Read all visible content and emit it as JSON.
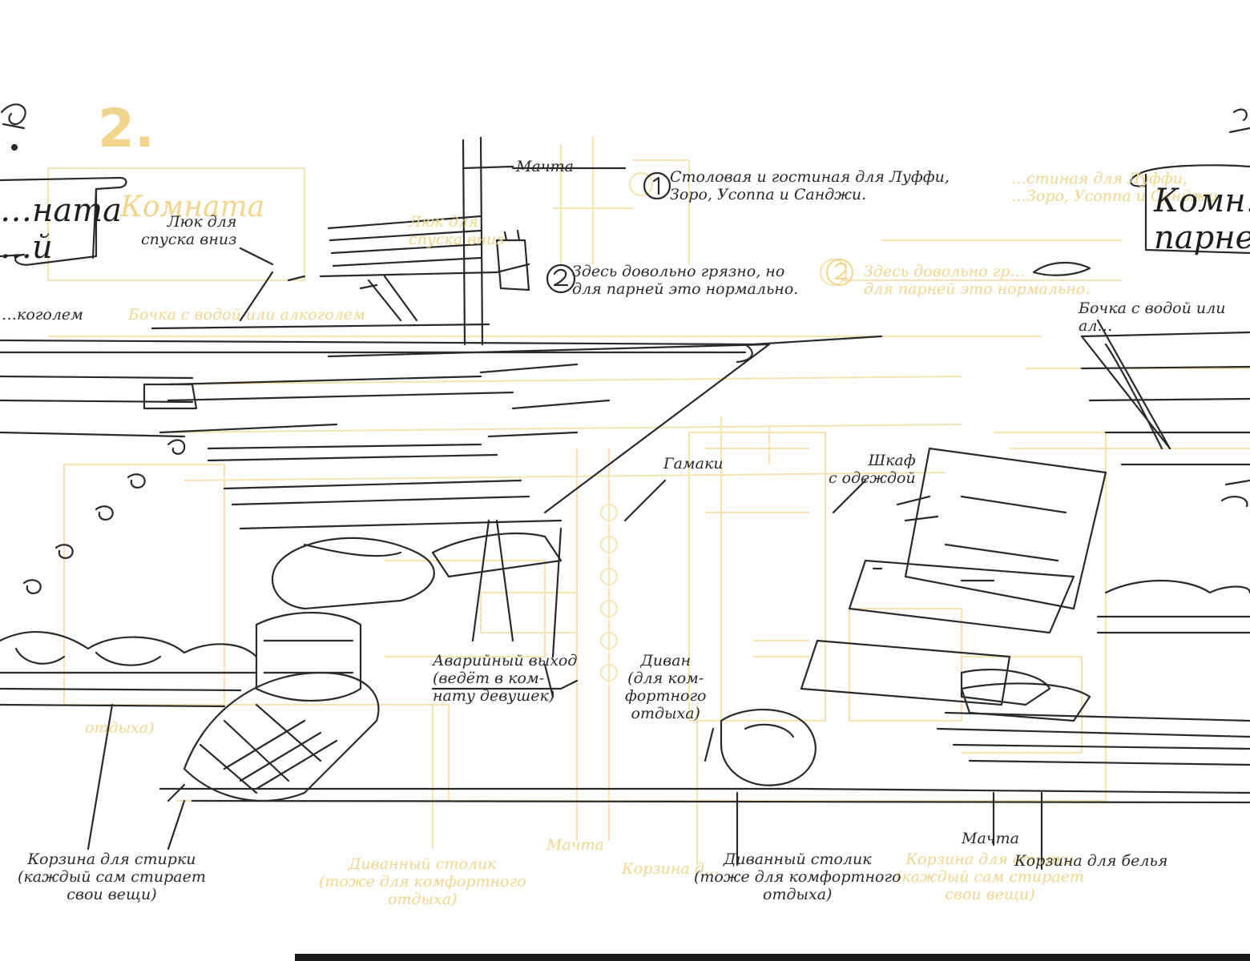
{
  "chapter_number": "2.",
  "titles": {
    "left": "…ната\n…й",
    "right": "Комн…\nпарней",
    "ghost": "Комната"
  },
  "labels": {
    "mast_top": "Мачта",
    "hatch": "Люк для\nспуска вниз",
    "note_1": "Столовая и гостиная для Луффи,\nЗоро, Усоппа и Санджи.",
    "note_2": "Здесь довольно грязно, но\nдля парней это нормально.",
    "barrel_left": "…когoлем",
    "barrel_right": "Бочка с водой или ал…",
    "hammocks": "Гамаки",
    "wardrobe": "Шкаф\nс одеждой",
    "emergency_exit": "Аварийный выход\n(ведёт в ком-\nнату девушек)",
    "sofa": "Диван\n(для ком-\nфортного\nотдыха)",
    "laundry_basket_left": "Корзина для стирки\n(каждый сам стирает\nсвои вещи)",
    "coffee_table": "Диванный столик\n(тоже для комфортного\nотдыха)",
    "mast_bottom": "Мачта",
    "laundry_basket_right": "Корзина для белья"
  },
  "ghost_labels": {
    "note_1": "…стиная для Луффи,\n…Зоро, Усоппа и Санджи.",
    "note_2": "Здесь довольно гр…\nдля парней это нормально.",
    "hatch": "Люк для\nспуска вниз",
    "barrel": "Бочка с водой или алкоголем",
    "coffee_table": "Диванный столик\n(тоже для комфортного\nотдыха)",
    "mast": "Мачта",
    "basket_left": "Корзина д…",
    "basket_right": "Корзина для стирки\n(каждый сам стирает\nсвои вещи)",
    "sofa": "отдыха)"
  },
  "colors": {
    "ink": "#2a2a2a",
    "ghost": "#f1d58c",
    "background": "#ffffff"
  }
}
